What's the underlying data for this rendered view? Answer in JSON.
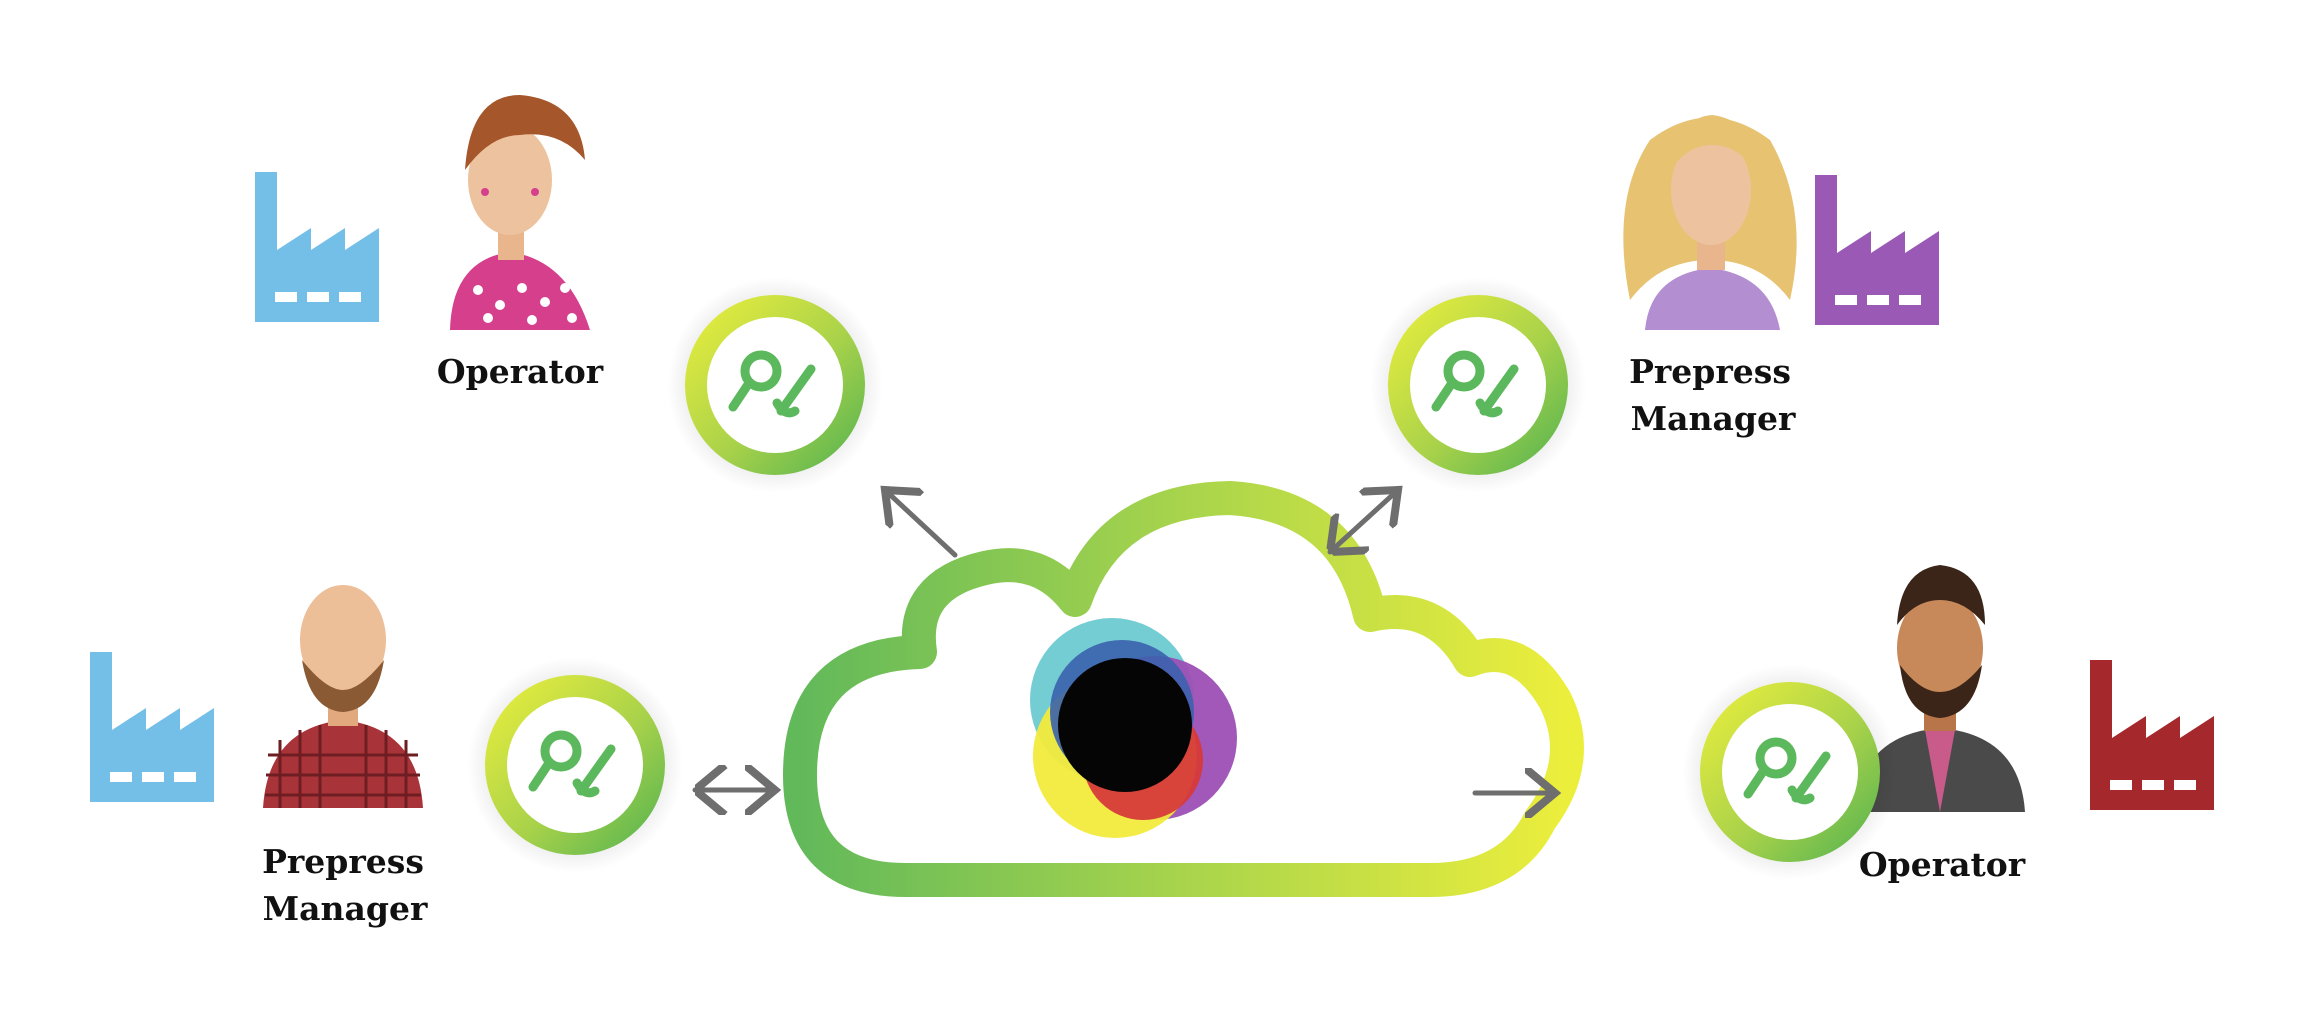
{
  "roles": {
    "top_left": "Operator",
    "top_right_line1": "Prepress",
    "top_right_line2": "Manager",
    "bottom_left_line1": "Prepress",
    "bottom_left_line2": "Manager",
    "bottom_right": "Operator"
  },
  "colors": {
    "factory_top_left": "#74bfe8",
    "factory_bottom_left": "#74bfe8",
    "factory_top_right": "#9b59b6",
    "factory_bottom_right": "#a5282d",
    "tool_icon": "#5cb85c",
    "ring_yellow": "#e8ea3d",
    "ring_green": "#5cb85c",
    "arrow": "#6e6e6e"
  },
  "icons": {
    "factory": "factory-icon",
    "tools": "wrench-key-icon",
    "cloud": "cloud-icon",
    "color_wheel": "color-overlap-icon"
  }
}
